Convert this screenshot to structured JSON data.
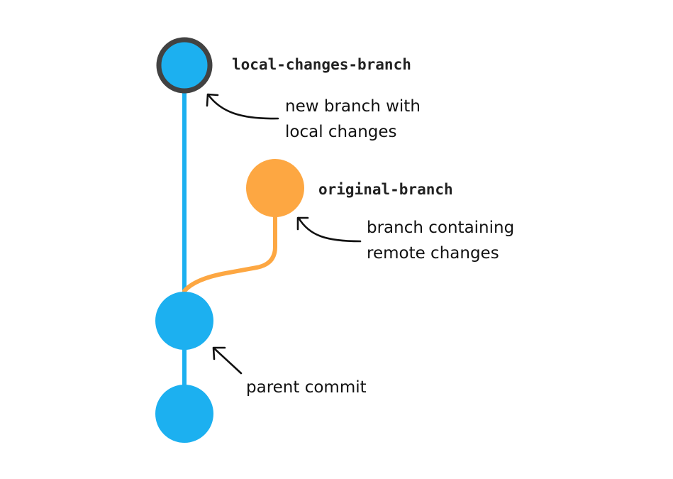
{
  "colors": {
    "main_line": "#1cb0f0",
    "original_branch": "#fda742",
    "commit_outline": "#424242",
    "arrow": "#111111"
  },
  "commits": {
    "local_changes_branch": {
      "label": "local-changes-branch"
    },
    "original_branch": {
      "label": "original-branch"
    }
  },
  "annotations": {
    "new_branch": {
      "line1": "new branch with",
      "line2": "local changes"
    },
    "remote_branch": {
      "line1": "branch containing",
      "line2": "remote changes"
    },
    "parent_commit": {
      "line1": "parent commit"
    }
  }
}
